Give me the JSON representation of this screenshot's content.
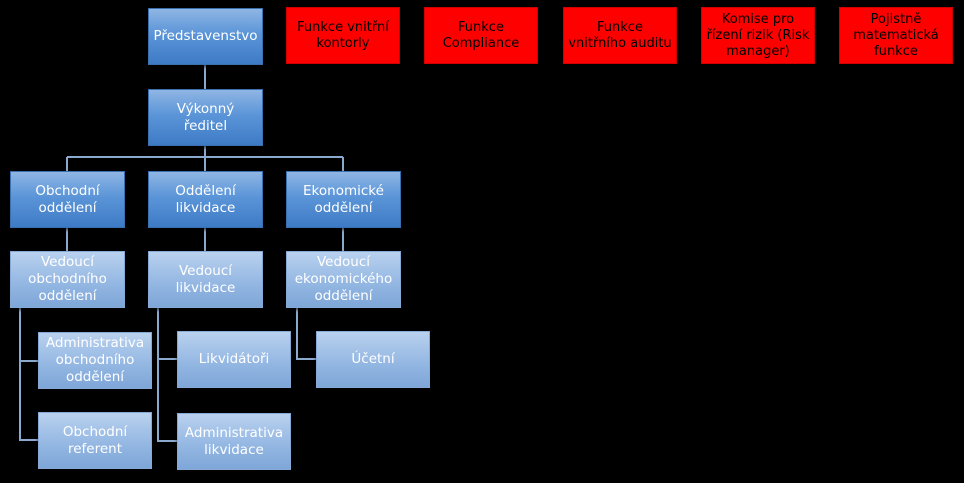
{
  "diagram": {
    "board": "Představenstvo",
    "ceo": "Výkonný ředitel",
    "functions": [
      "Funkce vnitřní kontorly",
      "Funkce Compliance",
      "Funkce vnitřního auditu",
      "Komise pro řízení rizik (Risk manager)",
      "Pojistně matematická funkce"
    ],
    "departments": {
      "sales": {
        "name": "Obchodní oddělení",
        "head": "Vedoucí obchodního oddělení",
        "staff": [
          "Administrativa obchodního oddělení",
          "Obchodní referent"
        ]
      },
      "liquidation": {
        "name": "Oddělení likvidace",
        "head": "Vedoucí likvidace",
        "staff": [
          "Likvidátoři",
          "Administrativa likvidace"
        ]
      },
      "economic": {
        "name": "Ekonomické oddělení",
        "head": "Vedoucí ekonomického oddělení",
        "staff": [
          "Účetní"
        ]
      }
    }
  },
  "colors": {
    "background": "#000000",
    "connector": "#8aa9cf",
    "function_box": "#ff0000"
  }
}
